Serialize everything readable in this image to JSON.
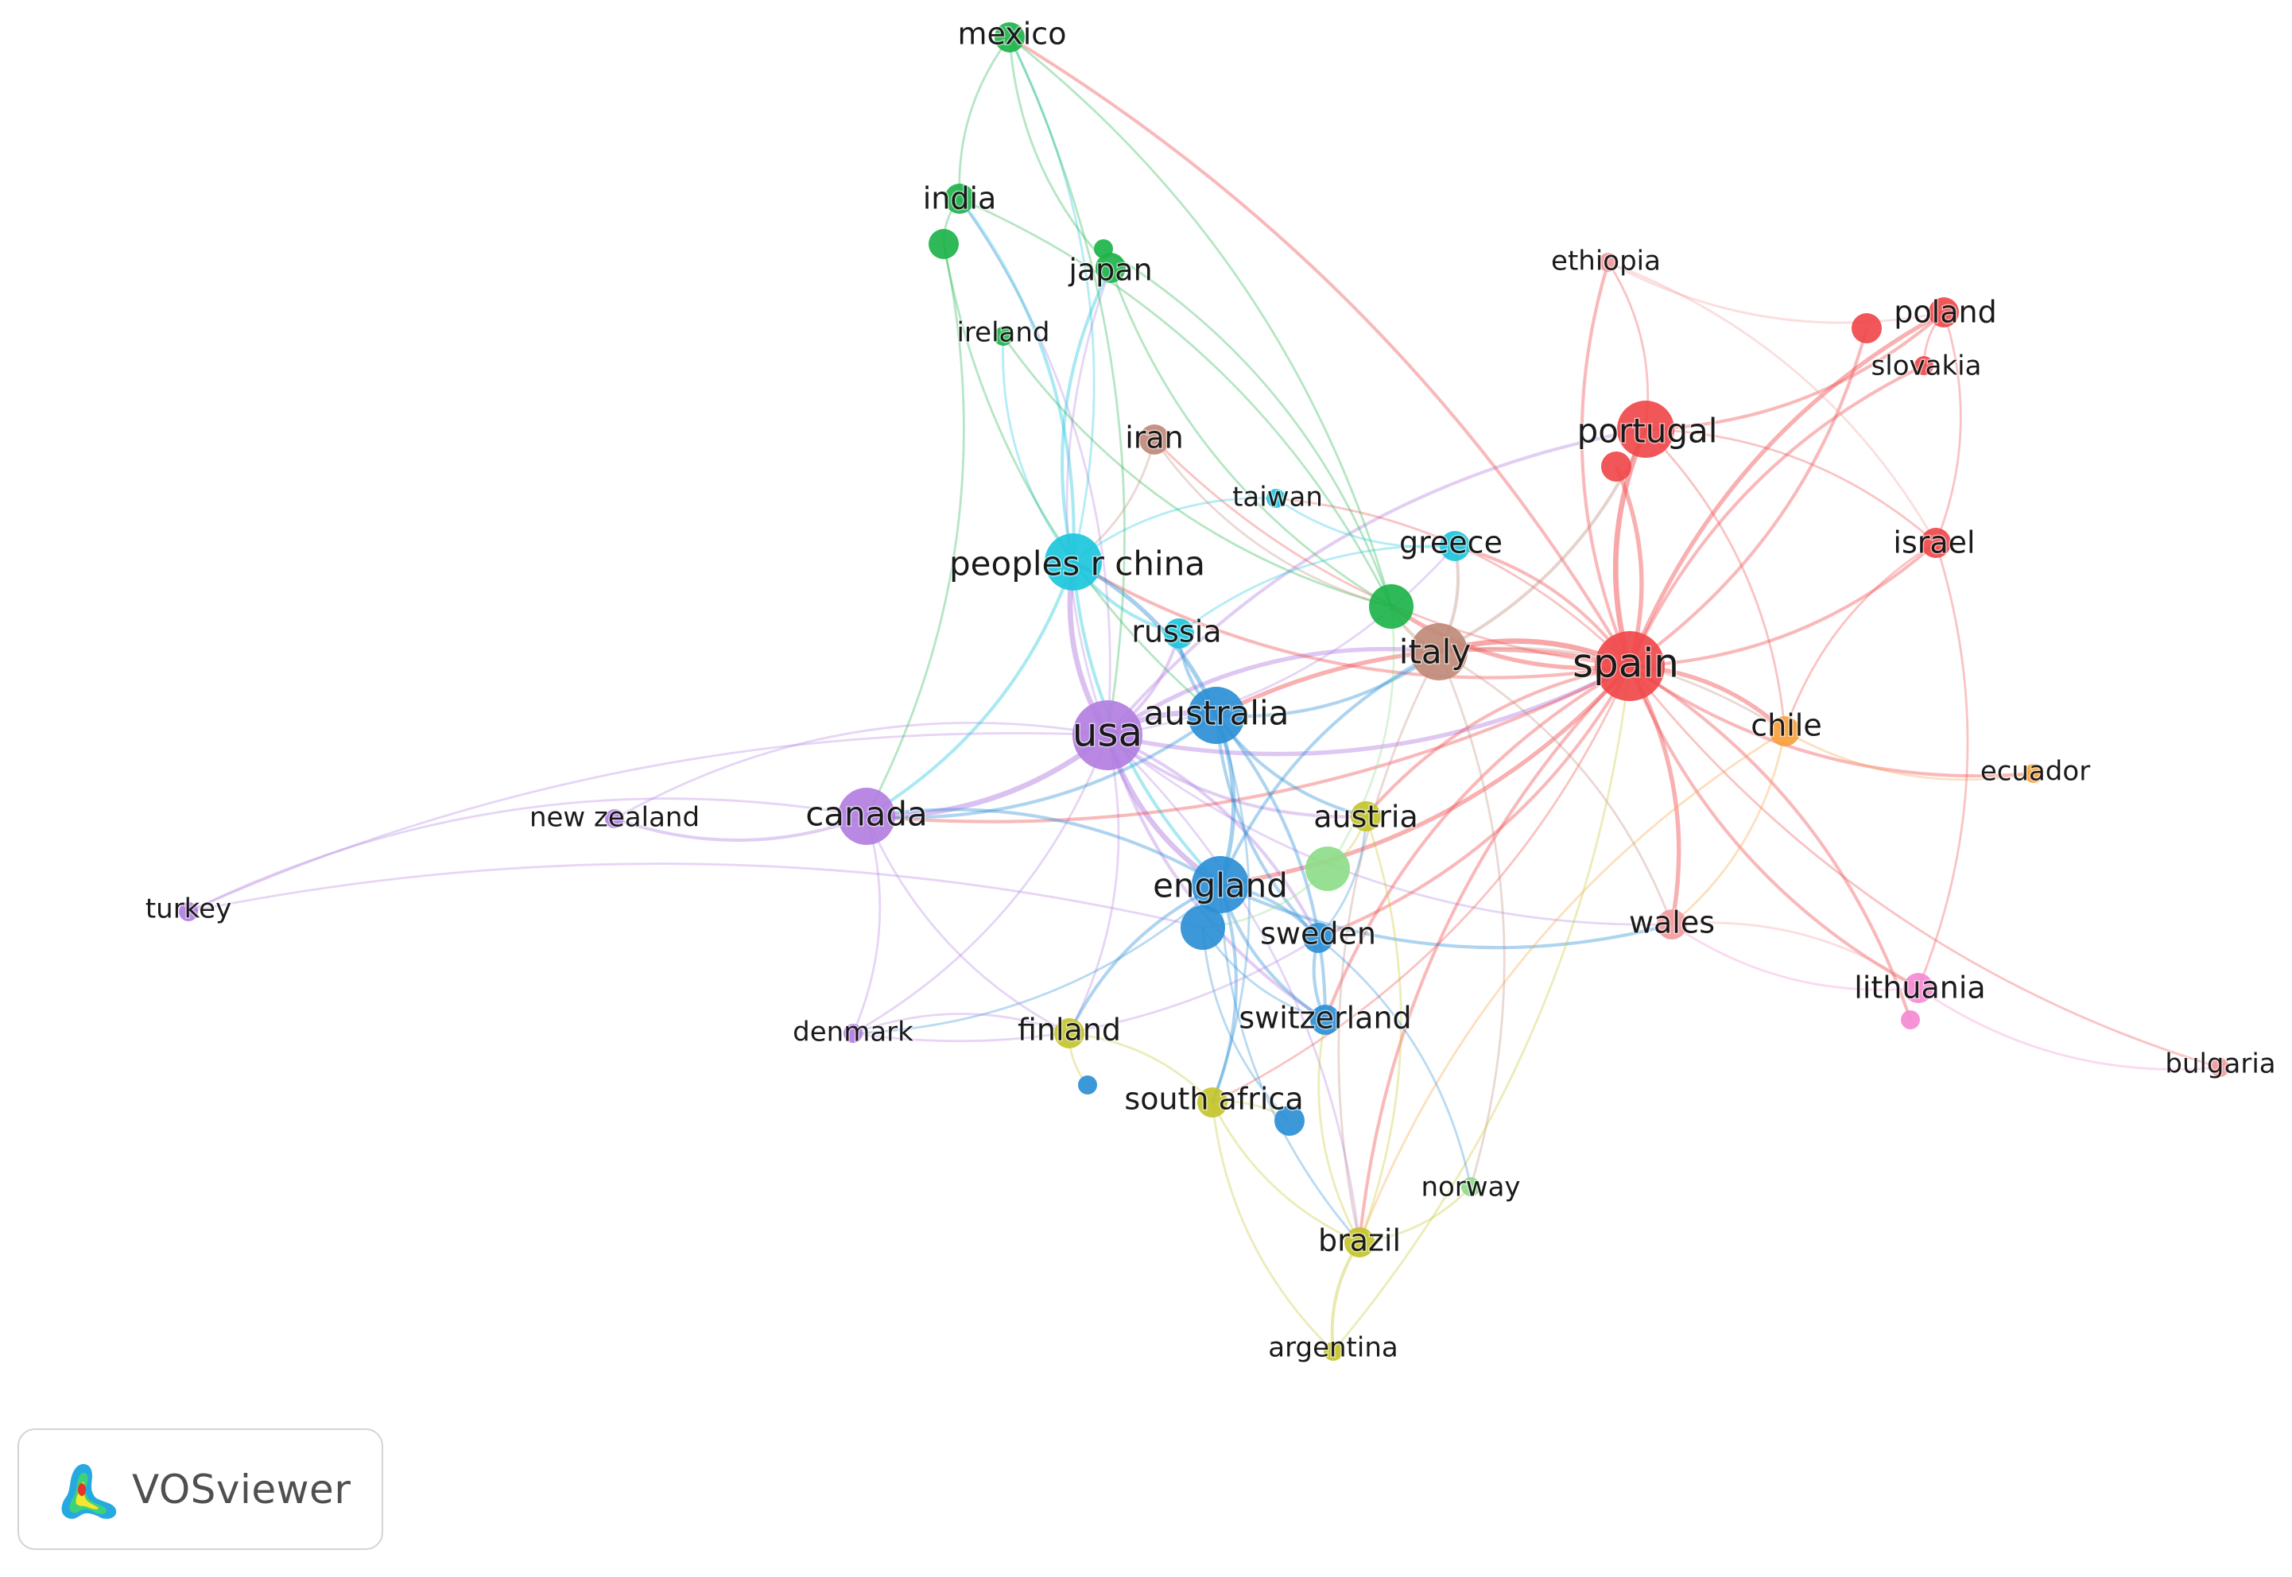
{
  "network": {
    "colors": {
      "red": "#f0484a",
      "green": "#1db34a",
      "blue": "#2b8fd6",
      "cyan": "#1cc6dd",
      "purple": "#b27ee0",
      "yellow": "#c4c42c",
      "orange": "#f7a13c",
      "brown": "#c08a78",
      "pink": "#f58ad4",
      "light-green": "#8edc8a",
      "light-red": "#f39a9c"
    },
    "nodes": [
      {
        "id": "usa",
        "label": "usa",
        "cluster": "purple",
        "weight": 5
      },
      {
        "id": "spain",
        "label": "spain",
        "cluster": "red",
        "weight": 5
      },
      {
        "id": "australia",
        "label": "australia",
        "cluster": "blue",
        "weight": 4
      },
      {
        "id": "peoples-r-china",
        "label": "peoples r china",
        "cluster": "cyan",
        "weight": 4
      },
      {
        "id": "england",
        "label": "england",
        "cluster": "blue",
        "weight": 4
      },
      {
        "id": "canada",
        "label": "canada",
        "cluster": "purple",
        "weight": 4
      },
      {
        "id": "portugal",
        "label": "portugal",
        "cluster": "red",
        "weight": 4
      },
      {
        "id": "italy",
        "label": "italy",
        "cluster": "brown",
        "weight": 4
      },
      {
        "id": "mexico",
        "label": "mexico",
        "cluster": "green",
        "weight": 2
      },
      {
        "id": "india",
        "label": "india",
        "cluster": "green",
        "weight": 2
      },
      {
        "id": "japan",
        "label": "japan",
        "cluster": "green",
        "weight": 2
      },
      {
        "id": "ireland",
        "label": "ireland",
        "cluster": "green",
        "weight": 1
      },
      {
        "id": "iran",
        "label": "iran",
        "cluster": "brown",
        "weight": 2
      },
      {
        "id": "taiwan",
        "label": "taiwan",
        "cluster": "cyan",
        "weight": 1
      },
      {
        "id": "greece",
        "label": "greece",
        "cluster": "cyan",
        "weight": 2
      },
      {
        "id": "russia",
        "label": "russia",
        "cluster": "cyan",
        "weight": 2
      },
      {
        "id": "ethiopia",
        "label": "ethiopia",
        "cluster": "light-red",
        "weight": 1
      },
      {
        "id": "poland",
        "label": "poland",
        "cluster": "red",
        "weight": 2
      },
      {
        "id": "slovakia",
        "label": "slovakia",
        "cluster": "red",
        "weight": 1
      },
      {
        "id": "israel",
        "label": "israel",
        "cluster": "red",
        "weight": 2
      },
      {
        "id": "chile",
        "label": "chile",
        "cluster": "orange",
        "weight": 2
      },
      {
        "id": "ecuador",
        "label": "ecuador",
        "cluster": "orange",
        "weight": 1
      },
      {
        "id": "austria",
        "label": "austria",
        "cluster": "yellow",
        "weight": 2
      },
      {
        "id": "sweden",
        "label": "sweden",
        "cluster": "blue",
        "weight": 2
      },
      {
        "id": "wales",
        "label": "wales",
        "cluster": "light-red",
        "weight": 2
      },
      {
        "id": "lithuania",
        "label": "lithuania",
        "cluster": "pink",
        "weight": 2
      },
      {
        "id": "bulgaria",
        "label": "bulgaria",
        "cluster": "light-red",
        "weight": 1
      },
      {
        "id": "new-zealand",
        "label": "new zealand",
        "cluster": "purple",
        "weight": 1
      },
      {
        "id": "turkey",
        "label": "turkey",
        "cluster": "purple",
        "weight": 1
      },
      {
        "id": "denmark",
        "label": "denmark",
        "cluster": "purple",
        "weight": 1
      },
      {
        "id": "finland",
        "label": "finland",
        "cluster": "yellow",
        "weight": 2
      },
      {
        "id": "switzerland",
        "label": "switzerland",
        "cluster": "blue",
        "weight": 2
      },
      {
        "id": "south-africa",
        "label": "south africa",
        "cluster": "yellow",
        "weight": 2
      },
      {
        "id": "norway",
        "label": "norway",
        "cluster": "light-green",
        "weight": 1
      },
      {
        "id": "brazil",
        "label": "brazil",
        "cluster": "yellow",
        "weight": 2
      },
      {
        "id": "argentina",
        "label": "argentina",
        "cluster": "yellow",
        "weight": 1
      },
      {
        "id": "india-2",
        "label": "",
        "cluster": "green",
        "weight": 2
      },
      {
        "id": "japan-2",
        "label": "",
        "cluster": "green",
        "weight": 1
      },
      {
        "id": "portugal-2",
        "label": "",
        "cluster": "red",
        "weight": 2
      },
      {
        "id": "poland-2",
        "label": "",
        "cluster": "red",
        "weight": 2
      },
      {
        "id": "italy-2",
        "label": "",
        "cluster": "green",
        "weight": 3
      },
      {
        "id": "austria-2",
        "label": "",
        "cluster": "light-green",
        "weight": 3
      },
      {
        "id": "england-2",
        "label": "",
        "cluster": "blue",
        "weight": 3
      },
      {
        "id": "finland-2",
        "label": "",
        "cluster": "blue",
        "weight": 1
      },
      {
        "id": "south-africa-2",
        "label": "",
        "cluster": "blue",
        "weight": 2
      },
      {
        "id": "lithuania-2",
        "label": "",
        "cluster": "pink",
        "weight": 1
      }
    ],
    "links": [
      [
        "usa",
        "australia",
        4
      ],
      [
        "usa",
        "england",
        4
      ],
      [
        "usa",
        "canada",
        4
      ],
      [
        "usa",
        "spain",
        3
      ],
      [
        "usa",
        "peoples-r-china",
        4
      ],
      [
        "usa",
        "russia",
        2
      ],
      [
        "usa",
        "sweden",
        2
      ],
      [
        "usa",
        "switzerland",
        2
      ],
      [
        "usa",
        "italy",
        3
      ],
      [
        "usa",
        "new-zealand",
        1
      ],
      [
        "usa",
        "denmark",
        1
      ],
      [
        "usa",
        "turkey",
        1
      ],
      [
        "usa",
        "finland",
        1
      ],
      [
        "usa",
        "austria",
        2
      ],
      [
        "usa",
        "brazil",
        1
      ],
      [
        "usa",
        "wales",
        1
      ],
      [
        "usa",
        "japan",
        1
      ],
      [
        "usa",
        "india",
        1
      ],
      [
        "usa",
        "portugal",
        2
      ],
      [
        "usa",
        "greece",
        1
      ],
      [
        "spain",
        "portugal",
        4
      ],
      [
        "spain",
        "portugal-2",
        3
      ],
      [
        "spain",
        "poland",
        3
      ],
      [
        "spain",
        "poland-2",
        2
      ],
      [
        "spain",
        "slovakia",
        2
      ],
      [
        "spain",
        "israel",
        2
      ],
      [
        "spain",
        "ethiopia",
        2
      ],
      [
        "spain",
        "italy",
        4
      ],
      [
        "spain",
        "chile",
        3
      ],
      [
        "spain",
        "ecuador",
        2
      ],
      [
        "spain",
        "wales",
        3
      ],
      [
        "spain",
        "lithuania",
        2
      ],
      [
        "spain",
        "lithuania-2",
        2
      ],
      [
        "spain",
        "bulgaria",
        1
      ],
      [
        "spain",
        "england",
        3
      ],
      [
        "spain",
        "australia",
        3
      ],
      [
        "spain",
        "canada",
        2
      ],
      [
        "spain",
        "greece",
        2
      ],
      [
        "spain",
        "italy-2",
        3
      ],
      [
        "spain",
        "mexico",
        2
      ],
      [
        "spain",
        "iran",
        1
      ],
      [
        "spain",
        "brazil",
        2
      ],
      [
        "spain",
        "sweden",
        2
      ],
      [
        "spain",
        "switzerland",
        2
      ],
      [
        "spain",
        "south-africa",
        1
      ],
      [
        "spain",
        "austria",
        2
      ],
      [
        "spain",
        "peoples-r-china",
        2
      ],
      [
        "spain",
        "taiwan",
        1
      ],
      [
        "australia",
        "england",
        3
      ],
      [
        "australia",
        "peoples-r-china",
        3
      ],
      [
        "australia",
        "canada",
        2
      ],
      [
        "australia",
        "sweden",
        2
      ],
      [
        "australia",
        "switzerland",
        2
      ],
      [
        "australia",
        "italy",
        2
      ],
      [
        "australia",
        "russia",
        2
      ],
      [
        "australia",
        "austria",
        2
      ],
      [
        "australia",
        "south-africa",
        1
      ],
      [
        "peoples-r-china",
        "india",
        2
      ],
      [
        "peoples-r-china",
        "japan",
        2
      ],
      [
        "peoples-r-china",
        "russia",
        2
      ],
      [
        "peoples-r-china",
        "canada",
        2
      ],
      [
        "peoples-r-china",
        "england",
        2
      ],
      [
        "peoples-r-china",
        "taiwan",
        1
      ],
      [
        "peoples-r-china",
        "mexico",
        1
      ],
      [
        "peoples-r-china",
        "ireland",
        1
      ],
      [
        "england",
        "canada",
        2
      ],
      [
        "england",
        "sweden",
        2
      ],
      [
        "england",
        "switzerland",
        2
      ],
      [
        "england",
        "south-africa",
        2
      ],
      [
        "england",
        "finland",
        2
      ],
      [
        "england",
        "denmark",
        1
      ],
      [
        "england",
        "wales",
        2
      ],
      [
        "england",
        "italy",
        2
      ],
      [
        "england",
        "brazil",
        1
      ],
      [
        "canada",
        "new-zealand",
        2
      ],
      [
        "canada",
        "turkey",
        1
      ],
      [
        "canada",
        "denmark",
        1
      ],
      [
        "canada",
        "finland",
        1
      ],
      [
        "turkey",
        "england-2",
        1
      ],
      [
        "mexico",
        "india",
        1
      ],
      [
        "mexico",
        "italy-2",
        1
      ],
      [
        "mexico",
        "japan",
        1
      ],
      [
        "mexico",
        "usa",
        1
      ],
      [
        "india",
        "india-2",
        1
      ],
      [
        "india",
        "italy-2",
        1
      ],
      [
        "japan",
        "italy-2",
        1
      ],
      [
        "japan-2",
        "italy-2",
        1
      ],
      [
        "ireland",
        "italy-2",
        1
      ],
      [
        "india-2",
        "canada",
        1
      ],
      [
        "india-2",
        "australia",
        1
      ],
      [
        "italy",
        "italy-2",
        2
      ],
      [
        "italy",
        "greece",
        2
      ],
      [
        "italy",
        "chile",
        1
      ],
      [
        "italy",
        "brazil",
        1
      ],
      [
        "italy",
        "norway",
        1
      ],
      [
        "italy",
        "portugal",
        2
      ],
      [
        "italy",
        "wales",
        1
      ],
      [
        "portugal",
        "poland",
        2
      ],
      [
        "portugal",
        "israel",
        1
      ],
      [
        "portugal",
        "ethiopia",
        1
      ],
      [
        "portugal",
        "chile",
        1
      ],
      [
        "poland",
        "slovakia",
        1
      ],
      [
        "poland",
        "israel",
        1
      ],
      [
        "ethiopia",
        "poland",
        1
      ],
      [
        "ethiopia",
        "israel",
        1
      ],
      [
        "israel",
        "chile",
        1
      ],
      [
        "israel",
        "lithuania",
        1
      ],
      [
        "chile",
        "ecuador",
        1
      ],
      [
        "chile",
        "wales",
        1
      ],
      [
        "chile",
        "brazil",
        1
      ],
      [
        "wales",
        "lithuania",
        1
      ],
      [
        "lithuania",
        "bulgaria",
        1
      ],
      [
        "lithuania",
        "wales",
        1
      ],
      [
        "brazil",
        "argentina",
        2
      ],
      [
        "brazil",
        "south-africa",
        1
      ],
      [
        "brazil",
        "norway",
        1
      ],
      [
        "brazil",
        "switzerland",
        1
      ],
      [
        "brazil",
        "austria",
        1
      ],
      [
        "argentina",
        "south-africa",
        1
      ],
      [
        "argentina",
        "spain",
        1
      ],
      [
        "south-africa",
        "south-africa-2",
        1
      ],
      [
        "south-africa",
        "finland",
        1
      ],
      [
        "switzerland",
        "sweden",
        2
      ],
      [
        "sweden",
        "austria",
        1
      ],
      [
        "sweden",
        "norway",
        1
      ],
      [
        "finland",
        "finland-2",
        1
      ],
      [
        "denmark",
        "finland",
        1
      ],
      [
        "denmark",
        "sweden",
        1
      ],
      [
        "austria",
        "austria-2",
        1
      ],
      [
        "austria-2",
        "italy-2",
        1
      ],
      [
        "austria-2",
        "england-2",
        1
      ],
      [
        "iran",
        "italy-2",
        1
      ],
      [
        "iran",
        "peoples-r-china",
        1
      ],
      [
        "taiwan",
        "greece",
        1
      ],
      [
        "russia",
        "greece",
        1
      ],
      [
        "england-2",
        "switzerland",
        1
      ],
      [
        "south-africa-2",
        "england-2",
        1
      ]
    ]
  },
  "badge": {
    "label": "VOSviewer",
    "logo_icon": "vosviewer-density-logo-icon"
  }
}
